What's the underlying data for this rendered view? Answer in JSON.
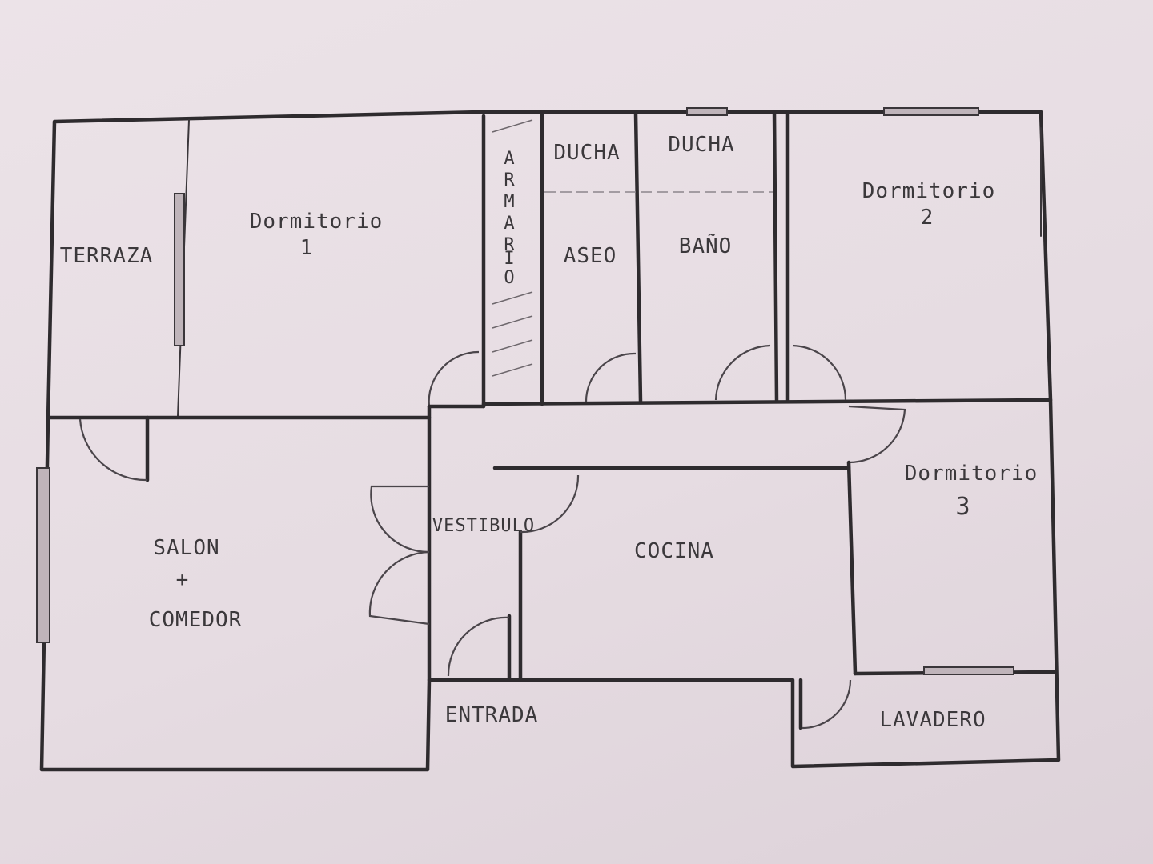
{
  "rooms": {
    "terraza": "TERRAZA",
    "dormitorio1": {
      "name": "Dormitorio",
      "num": "1"
    },
    "armario": [
      "A",
      "R",
      "M",
      "A",
      "R",
      "I",
      "O"
    ],
    "ducha_aseo": "DUCHA",
    "aseo": "ASEO",
    "ducha_bano": "DUCHA",
    "bano": "BAÑO",
    "dormitorio2": {
      "name": "Dormitorio",
      "num": "2"
    },
    "dormitorio3": {
      "name": "Dormitorio",
      "num": "3"
    },
    "vestibulo": "VESTIBULO",
    "salon": {
      "line1": "SALON",
      "line2": "+",
      "line3": "COMEDOR"
    },
    "cocina": "COCINA",
    "entrada": "ENTRADA",
    "lavadero": "LAVADERO"
  }
}
